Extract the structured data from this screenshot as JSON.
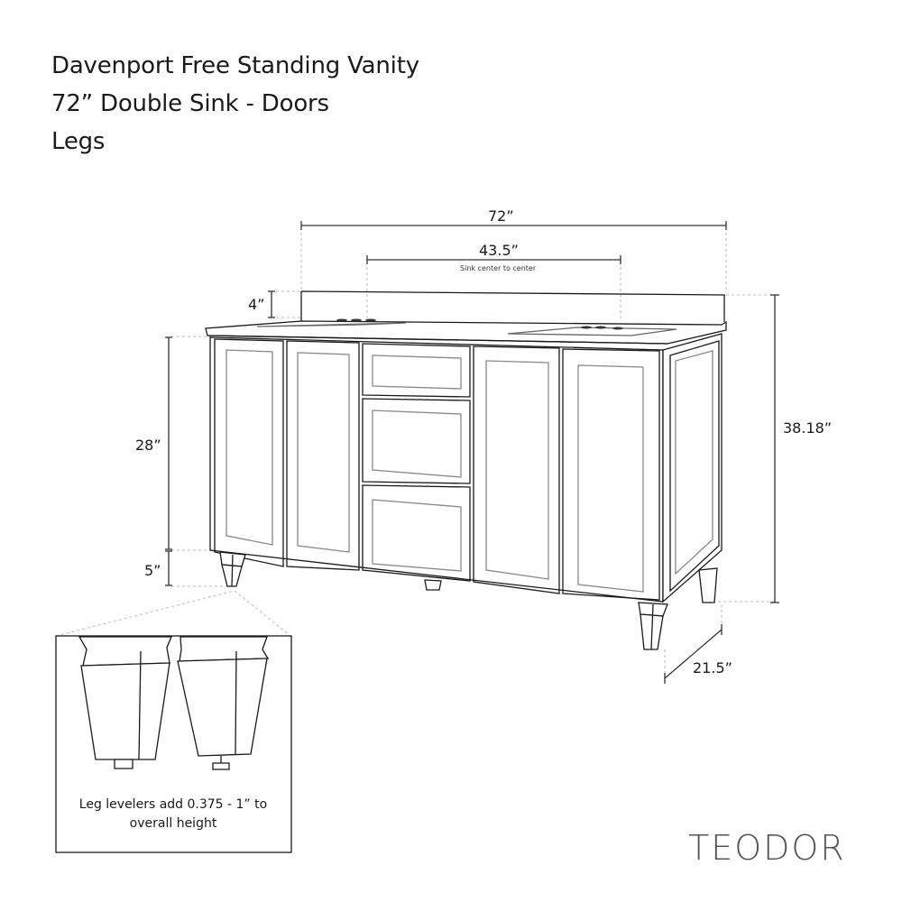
{
  "header": {
    "title_lines": [
      "Davenport Free Standing Vanity",
      "72” Double Sink - Doors",
      "Legs"
    ]
  },
  "dimensions": {
    "overall_width": "72”",
    "sink_center_to_center": "43.5”",
    "sink_center_caption": "Sink center to center",
    "backsplash_height": "4”",
    "cabinet_body_height": "28”",
    "leg_height": "5”",
    "overall_height": "38.18”",
    "depth": "21.5”"
  },
  "detail_inset": {
    "note": "Leg levelers add 0.375 - 1” to overall height"
  },
  "product": {
    "doors": 4,
    "drawers": 3,
    "sinks": 2
  },
  "brand": {
    "logo_text": "TEODOR"
  },
  "colors": {
    "line": "#1a1a1a",
    "panel_trim": "#8a8a8a",
    "dashed_guide": "#bbbbbb",
    "brand_text": "#555555"
  }
}
